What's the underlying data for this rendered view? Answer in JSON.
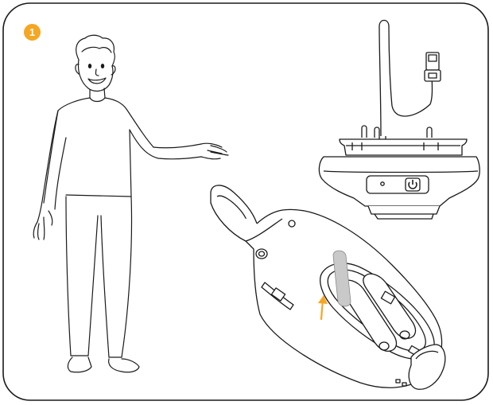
{
  "step": {
    "number": "1",
    "badge_color": "#f5a623"
  },
  "colors": {
    "line": "#1a1a1a",
    "accent": "#f5a623",
    "tape": "#c9c9c9",
    "background": "#ffffff"
  },
  "icons": [
    "person-figure",
    "charging-dock",
    "usb-cable",
    "handheld-remote",
    "battery-compartment",
    "pull-tab-arrow",
    "power-button-icon"
  ]
}
